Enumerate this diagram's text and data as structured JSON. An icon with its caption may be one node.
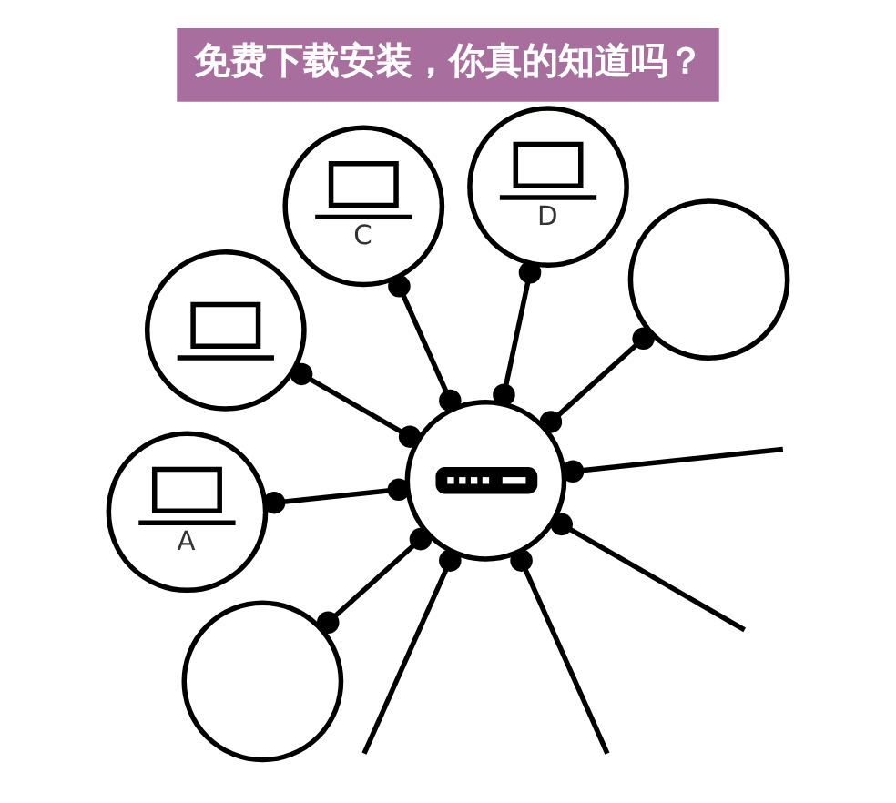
{
  "diagram": {
    "title": "免费下载安装，你真的知道吗？",
    "nodes": [
      {
        "text": [
          "C"
        ]
      },
      {
        "text": [
          "D"
        ]
      },
      {
        "text": [],
        "shape": "circle"
      },
      {
        "text": [],
        "shape": "circle"
      },
      {
        "text": [
          "A"
        ]
      },
      {
        "text": [],
        "shape": "circle"
      },
      {
        "text": [],
        "shape": "circle"
      }
    ],
    "edges": [
      {
        "from": 5,
        "to": 4,
        "arrow": "other"
      },
      {
        "from": 5,
        "to": 2,
        "arrow": "other"
      },
      {
        "from": 5,
        "to": 0,
        "arrow": "other"
      },
      {
        "from": 5,
        "to": 1,
        "arrow": "other"
      },
      {
        "from": 5,
        "to": 3,
        "arrow": "other"
      },
      {
        "from": 5,
        "to": null,
        "arrow": "other"
      },
      {
        "from": 5,
        "to": null,
        "arrow": "other"
      },
      {
        "from": 5,
        "to": null,
        "arrow": "other"
      },
      {
        "from": 5,
        "to": null,
        "arrow": "other"
      },
      {
        "from": 5,
        "to": 6,
        "arrow": "other"
      }
    ]
  }
}
